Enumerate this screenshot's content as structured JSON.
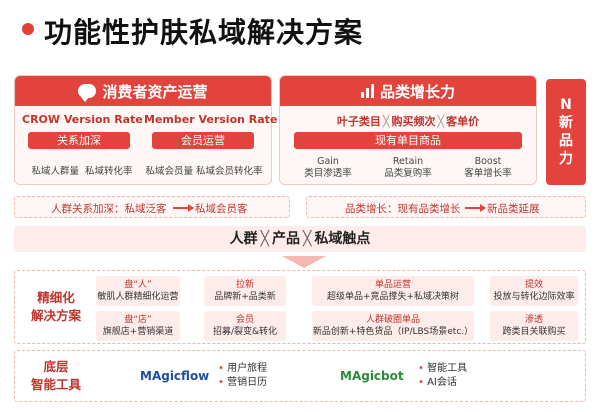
{
  "header": {
    "title": "功能性护肤私域解决方案"
  },
  "left_panel": {
    "title": "消费者资产运营",
    "cols": [
      {
        "heading": "CROW  Version Rate",
        "box": "关系加深",
        "items": [
          "私域人群量",
          "私域转化率"
        ]
      },
      {
        "heading": "Member  Version Rate",
        "box": "会员运营",
        "items": [
          "私域会员量",
          "私域会员转化率"
        ]
      }
    ]
  },
  "right_panel": {
    "title": "品类增长力",
    "top_items": [
      "叶子类目",
      "购买频次",
      "客单价"
    ],
    "cross": "╳",
    "box": "现有单目商品",
    "metrics": [
      {
        "name": "Gain",
        "desc": "类目渗透率"
      },
      {
        "name": "Retain",
        "desc": "品类复购率"
      },
      {
        "name": "Boost",
        "desc": "客单增长率"
      }
    ]
  },
  "side": {
    "lines": [
      "N",
      "新",
      "品",
      "力"
    ]
  },
  "arrow_rows": {
    "left": {
      "start": "人群关系加深：私域泛客",
      "end": "私域会员客"
    },
    "right": {
      "start": "品类增长：现有品类增长",
      "end": "新品类延展"
    }
  },
  "people_row": {
    "a": "人群",
    "b": "产品",
    "c": "私域触点",
    "x": "╳"
  },
  "detail": {
    "label": [
      "精细化",
      "解决方案"
    ],
    "cells": [
      {
        "t1": "盘“人”",
        "t2": "敏肌人群精细化运营"
      },
      {
        "t1": "拉新",
        "t2": "品牌新+品类新"
      },
      {
        "t1": "单品运营",
        "t2": "超级单品+竞品撑失+私域决策树"
      },
      {
        "t1": "提效",
        "t2": "投放与转化边际效率"
      },
      {
        "t1": "盘“店”",
        "t2": "旗舰店+营销渠道"
      },
      {
        "t1": "会员",
        "t2": "招募/裂变&转化"
      },
      {
        "t1": "人群破圈单品",
        "t2": "新品创新+特色货品（IP/LBS场景etc.）"
      },
      {
        "t1": "渗透",
        "t2": "跨类目关联购买"
      }
    ]
  },
  "tools": {
    "label": [
      "底层",
      "智能工具"
    ],
    "logo1": "MAgicflow",
    "logo1_items": [
      "用户旅程",
      "营销日历"
    ],
    "logo2": "MAgicbot",
    "logo2_items": [
      "智能工具",
      "AI会话"
    ]
  }
}
